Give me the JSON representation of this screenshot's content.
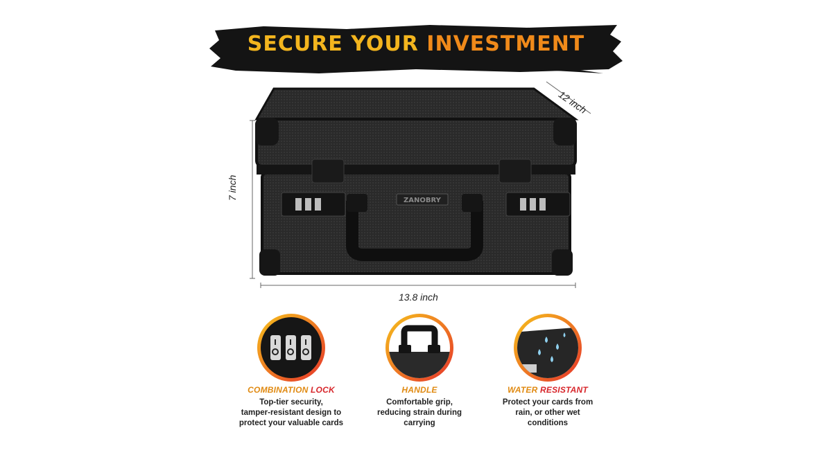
{
  "headline": {
    "part1": "SECURE YOUR ",
    "part2": "INVESTMENT"
  },
  "product": {
    "brand_text": "ZANOBRY"
  },
  "dimensions": {
    "width": "13.8 inch",
    "depth": "12 inch",
    "height": "7 inch"
  },
  "features": [
    {
      "icon": "combination-lock-icon",
      "title_a": "COMBINATION ",
      "title_b": "LOCK",
      "description": [
        "Top-tier security,",
        "tamper-resistant design to",
        "protect your valuable cards"
      ]
    },
    {
      "icon": "handle-icon",
      "title_a": "HANDLE",
      "title_b": "",
      "description": [
        "Comfortable grip,",
        "reducing strain during",
        "carrying"
      ]
    },
    {
      "icon": "water-drops-icon",
      "title_a": "WATER ",
      "title_b": "RESISTANT",
      "description": [
        "Protect your cards from",
        "rain, or other wet",
        "conditions"
      ]
    }
  ],
  "colors": {
    "headline_yellow": "#f3b51e",
    "headline_orange": "#f08a1a",
    "title_orange": "#e08a12",
    "title_red": "#d7262b",
    "case_dark": "#1c1c1c",
    "banner": "#141414"
  }
}
